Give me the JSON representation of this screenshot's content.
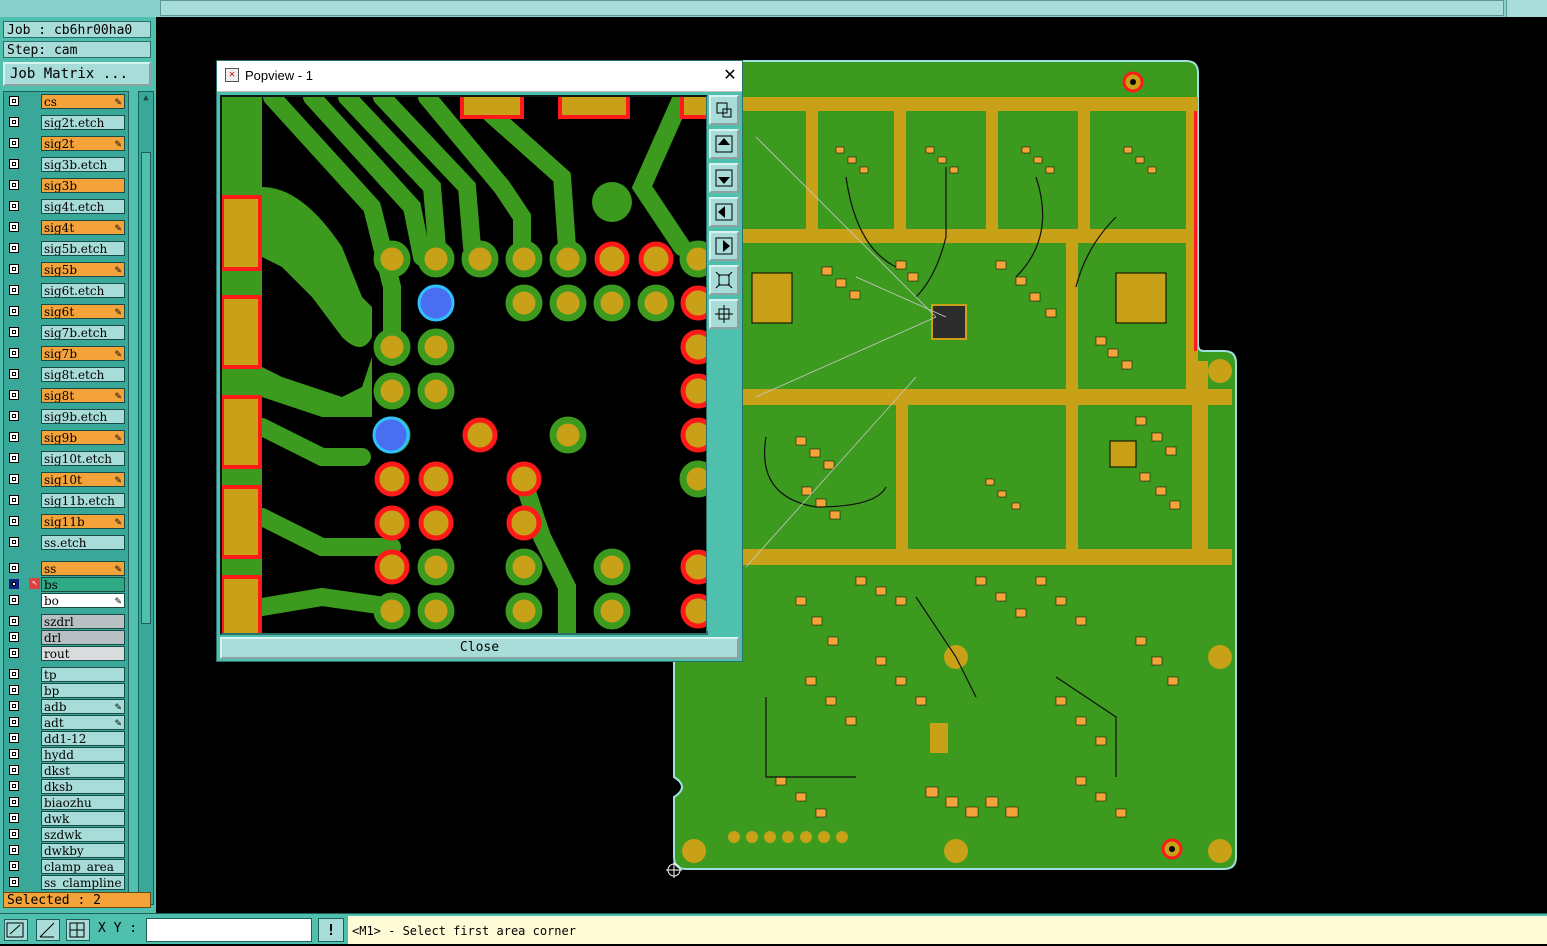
{
  "header": {
    "job": "Job : cb6hr00ha0",
    "step": "Step: cam",
    "job_matrix_label": "Job Matrix ..."
  },
  "layers": [
    {
      "name": "cs",
      "color": "orange",
      "pen": true
    },
    {
      "name": "sig2t.etch",
      "color": "cyan",
      "pen": false
    },
    {
      "name": "sig2t",
      "color": "orange",
      "pen": true
    },
    {
      "name": "sig3b.etch",
      "color": "cyan",
      "pen": false
    },
    {
      "name": "sig3b",
      "color": "orange",
      "pen": false
    },
    {
      "name": "sig4t.etch",
      "color": "cyan",
      "pen": false
    },
    {
      "name": "sig4t",
      "color": "orange",
      "pen": true
    },
    {
      "name": "sig5b.etch",
      "color": "cyan",
      "pen": false
    },
    {
      "name": "sig5b",
      "color": "orange",
      "pen": true
    },
    {
      "name": "sig6t.etch",
      "color": "cyan",
      "pen": false
    },
    {
      "name": "sig6t",
      "color": "orange",
      "pen": true
    },
    {
      "name": "sig7b.etch",
      "color": "cyan",
      "pen": false
    },
    {
      "name": "sig7b",
      "color": "orange",
      "pen": true
    },
    {
      "name": "sig8t.etch",
      "color": "cyan",
      "pen": false
    },
    {
      "name": "sig8t",
      "color": "orange",
      "pen": true
    },
    {
      "name": "sig9b.etch",
      "color": "cyan",
      "pen": false
    },
    {
      "name": "sig9b",
      "color": "orange",
      "pen": true
    },
    {
      "name": "sig10t.etch",
      "color": "cyan",
      "pen": false
    },
    {
      "name": "sig10t",
      "color": "orange",
      "pen": true
    },
    {
      "name": "sig11b.etch",
      "color": "cyan",
      "pen": false
    },
    {
      "name": "sig11b",
      "color": "orange",
      "pen": true
    },
    {
      "name": "ss.etch",
      "color": "cyan",
      "pen": false
    },
    {
      "name": "ss",
      "color": "orange",
      "pen": true
    },
    {
      "name": "bs",
      "color": "green",
      "pen": false,
      "selected": true
    },
    {
      "name": "bo",
      "color": "white",
      "pen": true
    },
    {
      "name": "szdrl",
      "color": "gray",
      "pen": false
    },
    {
      "name": "drl",
      "color": "gray",
      "pen": false
    },
    {
      "name": "rout",
      "color": "lightgray",
      "pen": false
    },
    {
      "name": "tp",
      "color": "cyan",
      "pen": false
    },
    {
      "name": "bp",
      "color": "cyan",
      "pen": false
    },
    {
      "name": "adb",
      "color": "cyan",
      "pen": true
    },
    {
      "name": "adt",
      "color": "cyan",
      "pen": true
    },
    {
      "name": "dd1-12",
      "color": "cyan",
      "pen": false
    },
    {
      "name": "hydd",
      "color": "cyan",
      "pen": false
    },
    {
      "name": "dkst",
      "color": "cyan",
      "pen": false
    },
    {
      "name": "dksb",
      "color": "cyan",
      "pen": false
    },
    {
      "name": "biaozhu",
      "color": "cyan",
      "pen": false
    },
    {
      "name": "dwk",
      "color": "cyan",
      "pen": false
    },
    {
      "name": "szdwk",
      "color": "cyan",
      "pen": false
    },
    {
      "name": "dwkby",
      "color": "cyan",
      "pen": false
    },
    {
      "name": "clamp_area",
      "color": "cyan",
      "pen": false
    },
    {
      "name": "ss_clampline",
      "color": "cyan",
      "pen": false
    }
  ],
  "selected_label": "Selected : 2",
  "statusbar": {
    "xy_label": "X Y :",
    "xy_value": "",
    "alert_label": "!",
    "message": "<M1> - Select first area corner"
  },
  "popview": {
    "title": "Popview - 1",
    "close_label": "Close",
    "tools": [
      "zoom-window-icon",
      "pan-up-icon",
      "pan-down-icon",
      "pan-left-icon",
      "pan-right-icon",
      "zoom-fit-icon",
      "zoom-home-icon"
    ]
  },
  "colors": {
    "panel": "#4fbfae",
    "field": "#a8dcd8",
    "copper_green": "#3c9a1e",
    "pad_gold": "#c9a118",
    "outline_red": "#ff1a1a",
    "via_blue": "#4a6ef0",
    "orange_layer": "#f3a33a"
  }
}
